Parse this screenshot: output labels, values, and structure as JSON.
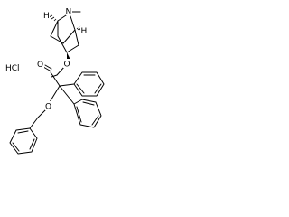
{
  "molecule": {
    "salt_label": "HCl",
    "atoms": {
      "nitrogen": "N",
      "ester_oxygen": "O",
      "carbonyl_oxygen": "O",
      "ether_oxygen": "O",
      "bridgehead_h_left": "H",
      "bridgehead_h_right": "H"
    }
  }
}
